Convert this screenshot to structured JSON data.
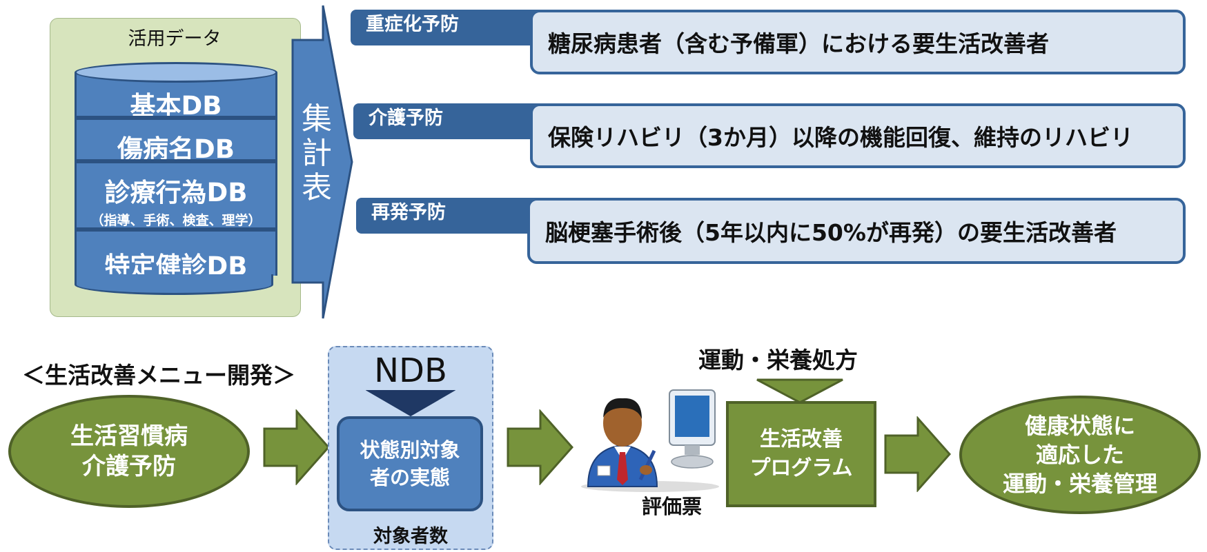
{
  "data_panel": {
    "title": "活用データ",
    "databases": [
      {
        "label": "基本DB"
      },
      {
        "label": "傷病名DB"
      },
      {
        "label": "診療行為DB",
        "sub": "（指導、手術、検査、理学）"
      },
      {
        "label": "特定健診DB"
      }
    ]
  },
  "aggregate_arrow": {
    "lines": [
      "集",
      "計",
      "表"
    ]
  },
  "prevention_rows": [
    {
      "label": "重症化予防",
      "description": "糖尿病患者（含む予備軍）における要生活改善者"
    },
    {
      "label": "介護予防",
      "description": "保険リハビリ（3か月）以降の機能回復、維持のリハビリ"
    },
    {
      "label": "再発予防",
      "description": "脳梗塞手術後（5年以内に50%が再発）の要生活改善者"
    }
  ],
  "menu_dev": {
    "title": "＜生活改善メニュー開発＞"
  },
  "flow": {
    "start": {
      "lines": [
        "生活習慣病",
        "介護予防"
      ]
    },
    "ndb": {
      "title": "NDB",
      "inner": [
        "状態別対象",
        "者の実態"
      ],
      "footer": "対象者数"
    },
    "evaluation_label": "評価票",
    "prescription_label": "運動・栄養処方",
    "program": {
      "lines": [
        "生活改善",
        "プログラム"
      ]
    },
    "end": {
      "lines": [
        "健康状態に",
        "適応した",
        "運動・栄養管理"
      ]
    }
  },
  "colors": {
    "blue_dark": "#36649a",
    "blue": "#4f81bd",
    "blue_light": "#dbe5f1",
    "green": "#77933c",
    "green_dark": "#4f6228",
    "green_panel": "#d7e4bd"
  }
}
